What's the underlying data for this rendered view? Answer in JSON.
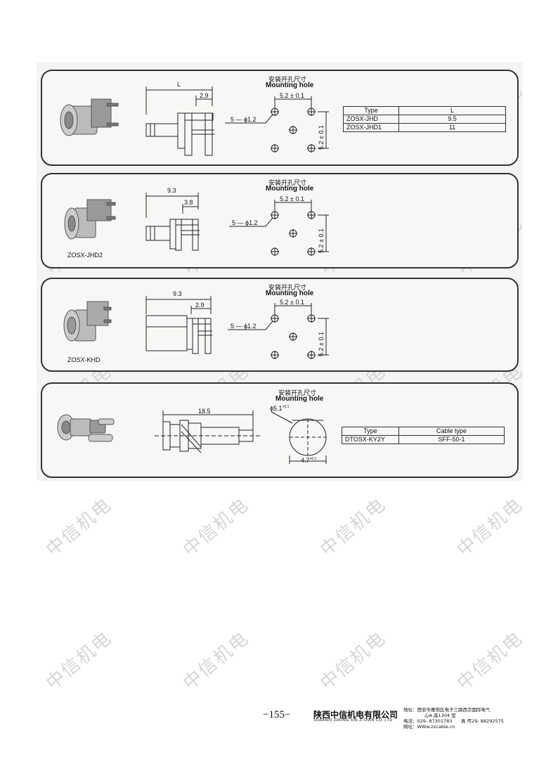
{
  "watermark_text": "中信机电",
  "mounting_label_cn": "安装开孔尺寸",
  "mounting_label_en": "Mounting hole",
  "panels": [
    {
      "dims": {
        "L": "L",
        "small": "2.9",
        "pitch_h": "5.2 ± 0.1",
        "pitch_v": "5.2 ± 0.1",
        "holes": "5 — ϕ1.2"
      },
      "table": {
        "headers": [
          "Type",
          "L"
        ],
        "rows": [
          [
            "ZOSX-JHD",
            "9.5"
          ],
          [
            "ZOSX-JHD1",
            "11"
          ]
        ]
      }
    },
    {
      "model": "ZOSX-JHD2",
      "dims": {
        "L": "9.3",
        "small": "3.8",
        "pitch_h": "5.2 ± 0.1",
        "pitch_v": "5.2 ± 0.1",
        "holes": "5 — ϕ1.2"
      }
    },
    {
      "model": "ZOSX-KHD",
      "dims": {
        "L": "9.3",
        "small": "2.9",
        "pitch_h": "5.2 ± 0.1",
        "pitch_v": "5.2 ± 0.1",
        "holes": "5 — ϕ1.2"
      }
    },
    {
      "dims": {
        "L": "18.5",
        "hole_d": "ϕ5.1",
        "hole_d_tol": "+0.1",
        "flat": "4.7",
        "flat_tol": "+0.1"
      },
      "table": {
        "headers": [
          "Type",
          "Cable type"
        ],
        "rows": [
          [
            "DTOSX-KY2Y",
            "SFF-50-1"
          ]
        ]
      }
    }
  ],
  "footer": {
    "page": "−155−",
    "company_cn": "陕西中信机电有限公司",
    "company_en": "SHAANXI ZHONG XIN JI DIAN CO.,LTD",
    "address_line1": "地址：西安市雁塔区电子三路西京国际电气",
    "address_line2": "心A 座1304 室",
    "phone": "电话：029- 87301783",
    "fax": "真 传29- 88292575",
    "web": "网址：WWw.zxcable.cn"
  }
}
